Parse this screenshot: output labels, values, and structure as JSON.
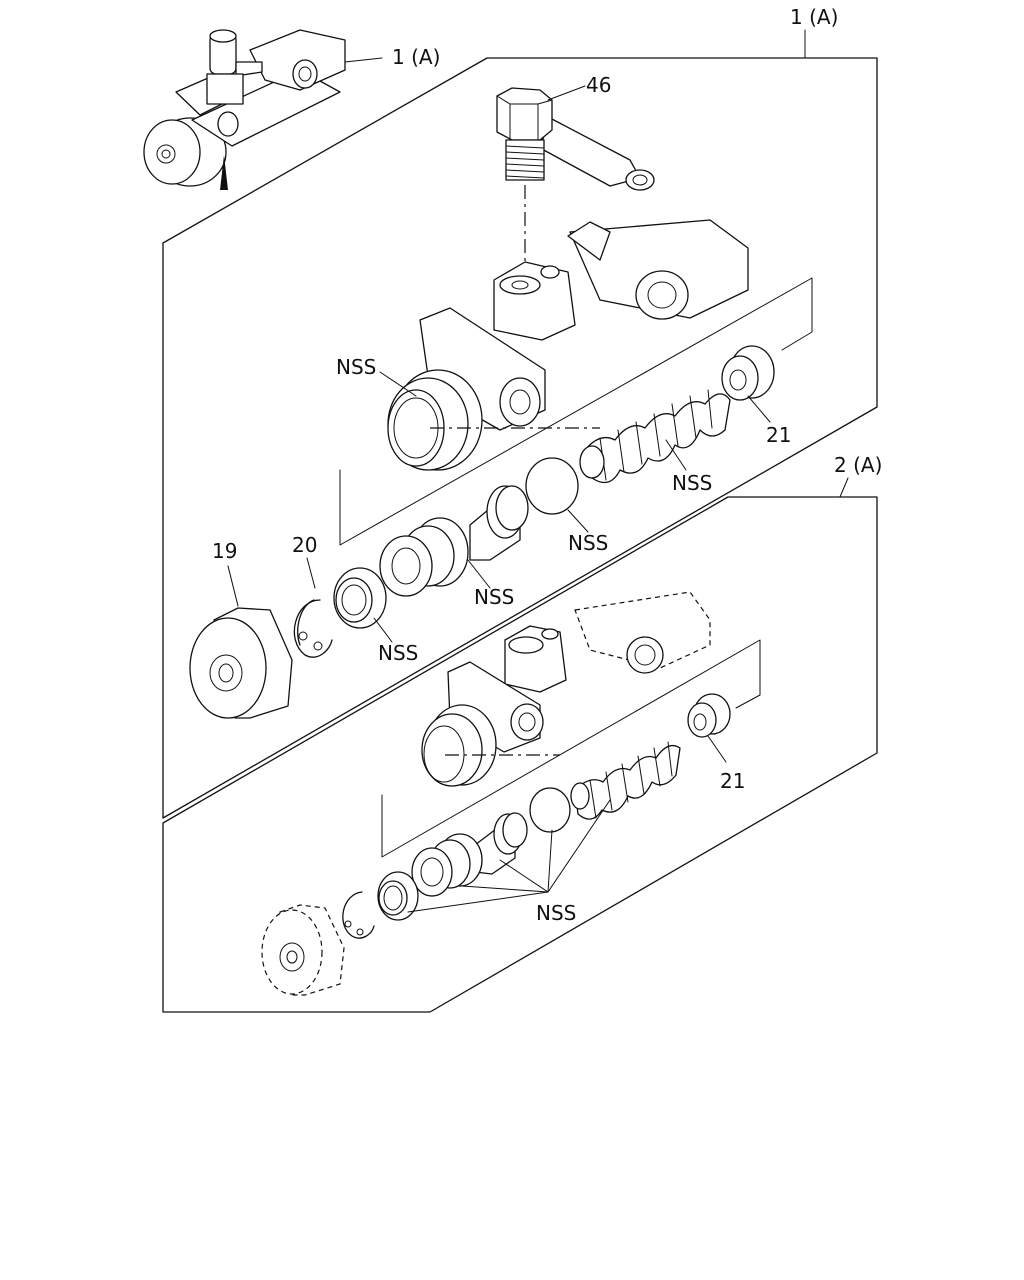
{
  "labels": {
    "top_assembly": "1 (A)",
    "inset_assembly": "1 (A)",
    "lower_assembly": "2 (A)",
    "part_46": "46",
    "part_19": "19",
    "part_20": "20",
    "part_21_upper": "21",
    "part_21_lower": "21",
    "nss_body": "NSS",
    "nss_spring": "NSS",
    "nss_cup": "NSS",
    "nss_piston": "NSS",
    "nss_seal": "NSS",
    "nss_lower_group": "NSS"
  }
}
